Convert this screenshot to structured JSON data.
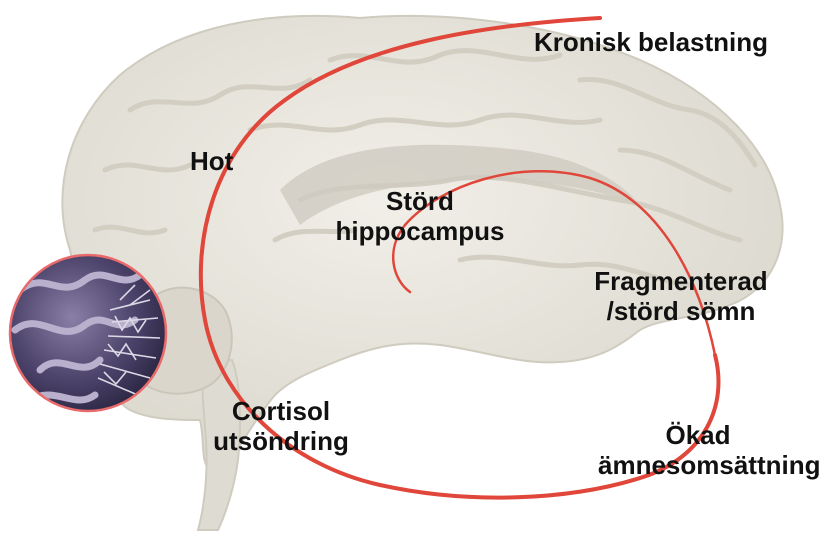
{
  "colors": {
    "loop_stroke": "#e0463a",
    "label_text": "#111111",
    "brain_fill": "#e8e6dd",
    "brain_edge": "#cfcbbf",
    "lens_ring": "#e86a6a",
    "lens_fill": "#5a4f7a"
  },
  "labels": {
    "kronisk": [
      "Kronisk belastning"
    ],
    "hot": [
      "Hot"
    ],
    "hippocampus": [
      "Störd",
      "hippocampus"
    ],
    "somn": [
      "Fragmenterad",
      "/störd sömn"
    ],
    "cortisol": [
      "Cortisol",
      "utsöndring"
    ],
    "amnesomsattning": [
      "Ökad",
      "ämnesomsättning"
    ]
  }
}
